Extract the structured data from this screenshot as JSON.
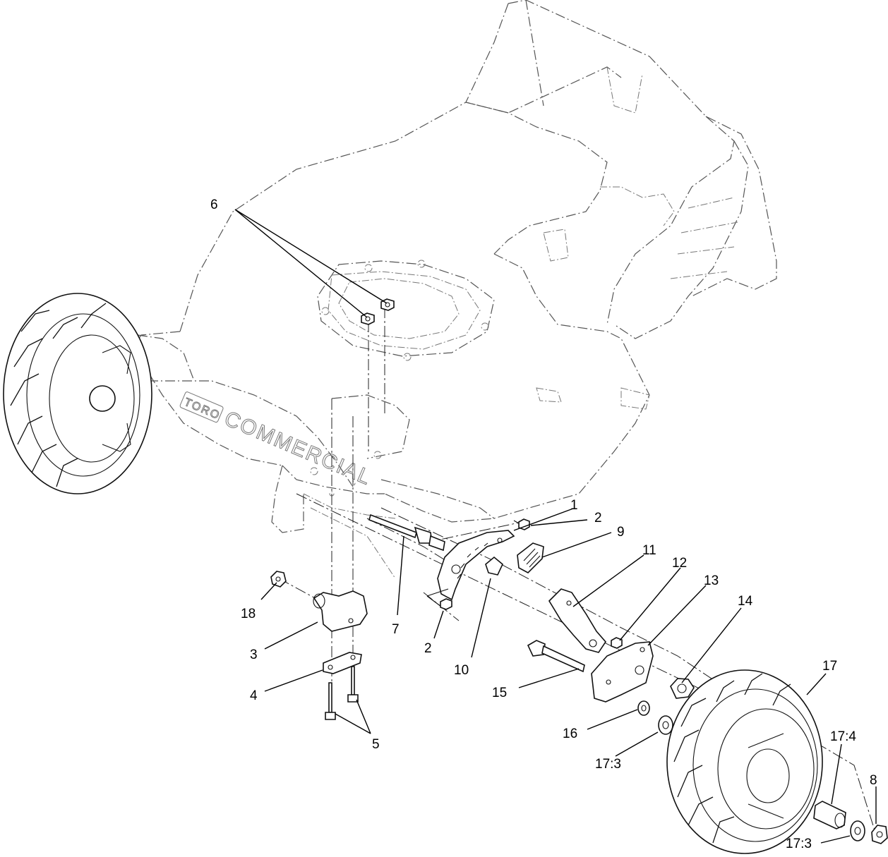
{
  "callouts": {
    "c1": "1",
    "c2a": "2",
    "c2b": "2",
    "c3": "3",
    "c4": "4",
    "c5": "5",
    "c6": "6",
    "c7": "7",
    "c8": "8",
    "c9": "9",
    "c10": "10",
    "c11": "11",
    "c12": "12",
    "c13": "13",
    "c14": "14",
    "c15": "15",
    "c16": "16",
    "c17": "17",
    "c17_3a": "17:3",
    "c17_3b": "17:3",
    "c17_4": "17:4",
    "c18": "18"
  },
  "deck_brand": {
    "logo": "TORO",
    "text": "COMMERCIAL"
  }
}
